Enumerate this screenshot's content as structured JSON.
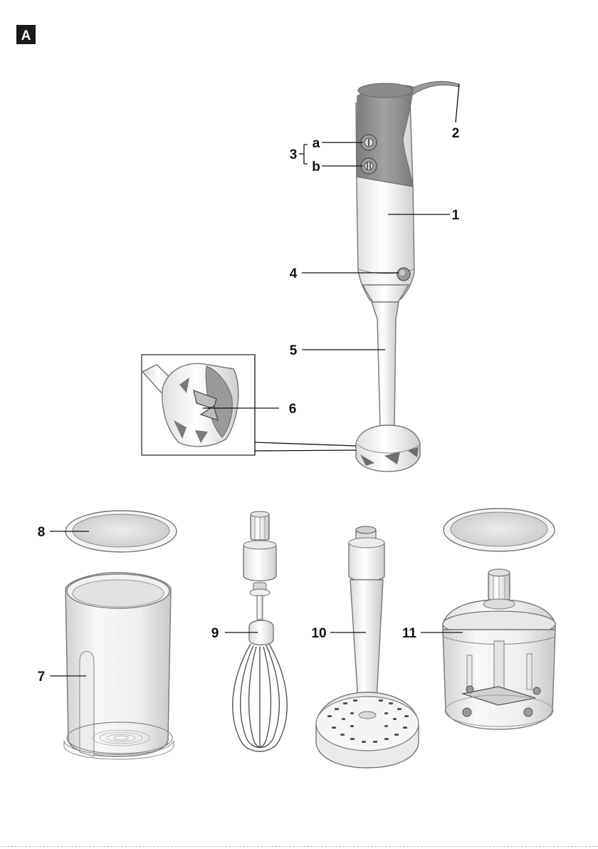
{
  "figure_badge": "A",
  "labels": {
    "l1": "1",
    "l2": "2",
    "l3": "3",
    "l3a": "a",
    "l3b": "b",
    "l4": "4",
    "l5": "5",
    "l6": "6",
    "l7": "7",
    "l8": "8",
    "l9": "9",
    "l10": "10",
    "l11": "11"
  },
  "colors": {
    "housing_dark": "#8c8c8c",
    "housing_light": "#f4f4f4",
    "line": "#777777",
    "badge": "#1a1a1a"
  }
}
